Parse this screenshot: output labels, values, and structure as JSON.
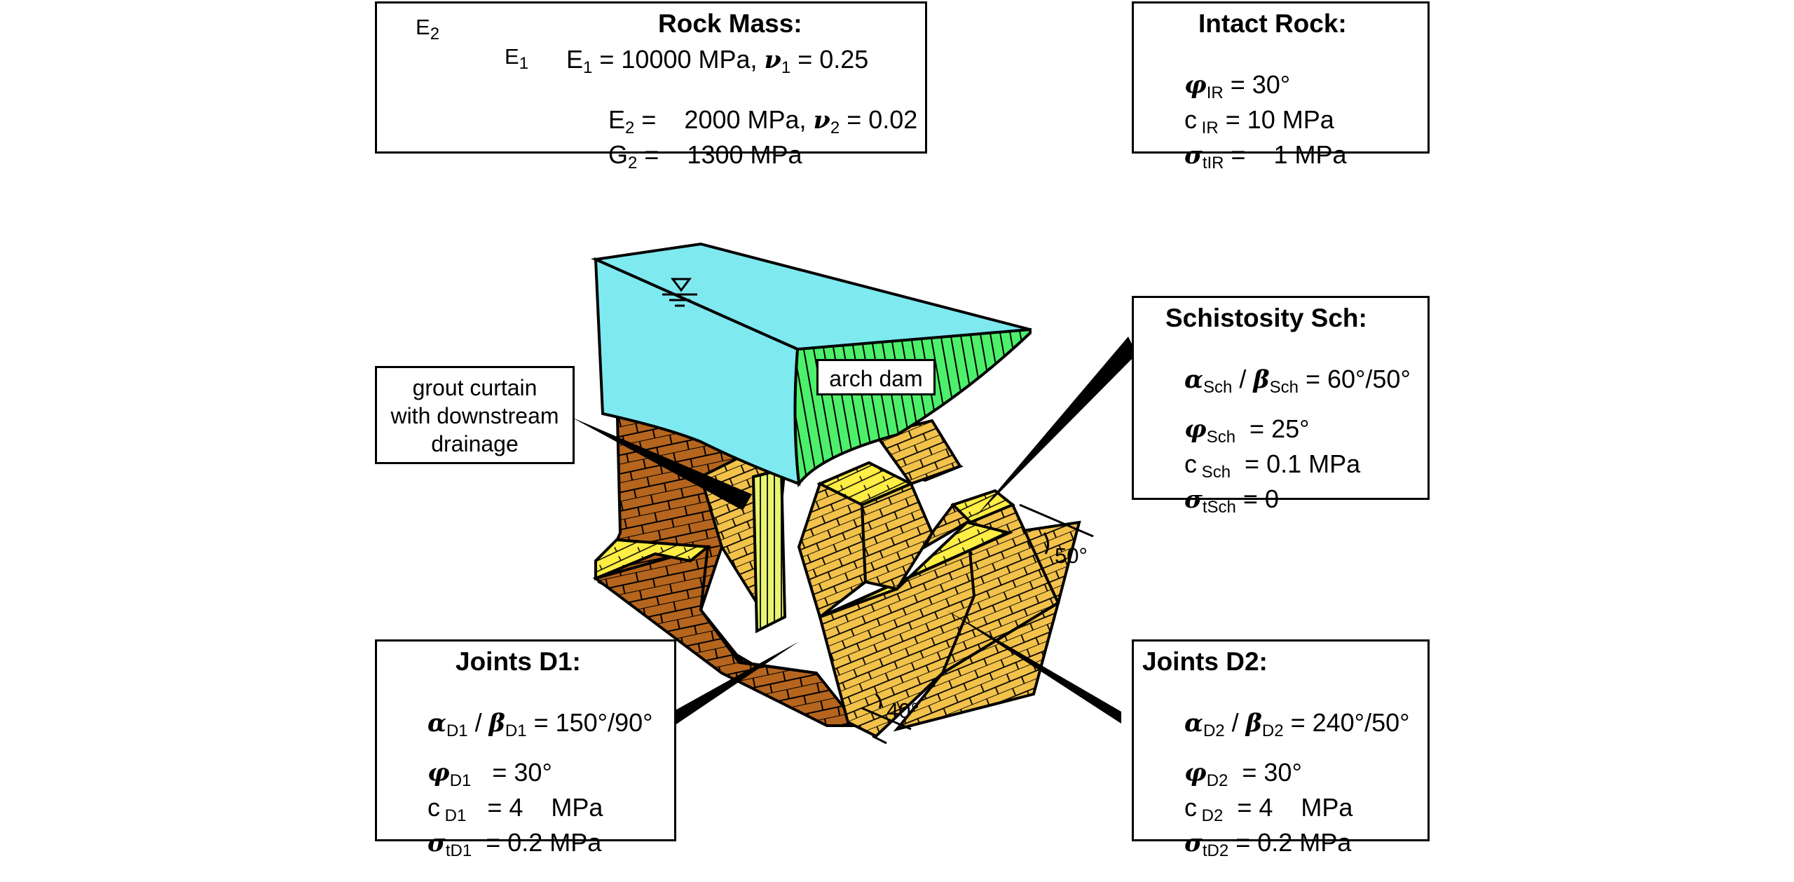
{
  "rock_mass": {
    "title": "Rock Mass:",
    "e2_label": "E2",
    "e1_label": "E1",
    "line1_a": "E",
    "line1_a_sub": "1",
    "line1_b": " = 10000 MPa, ",
    "line1_nu": "ν",
    "line1_nu_sub": "1",
    "line1_c": " = 0.25",
    "line2_a": "E",
    "line2_a_sub": "2",
    "line2_b": " =    2000 MPa, ",
    "line2_nu": "ν",
    "line2_nu_sub": "2",
    "line2_c": " = 0.02",
    "line3_a": "G",
    "line3_a_sub": "2",
    "line3_b": " =    1300 MPa"
  },
  "intact_rock": {
    "title": "Intact Rock:",
    "phi": "φ",
    "phi_sub": "IR",
    "phi_val": " = 30°",
    "c": "c",
    "c_sub": " IR",
    "c_val": " = 10 MPa",
    "sig": "σ",
    "sig_sub": "tIR",
    "sig_val": " =    1 MPa"
  },
  "schistosity": {
    "title": "Schistosity Sch:",
    "alpha": "α",
    "alpha_sub": "Sch",
    "slash": " / ",
    "beta": "β",
    "beta_sub": "Sch",
    "orient_val": " = 60°/50°",
    "phi": "φ",
    "phi_sub": "Sch",
    "phi_val": "  = 25°",
    "c": "c",
    "c_sub": " Sch",
    "c_val": "  = 0.1 MPa",
    "sig": "σ",
    "sig_sub": "tSch",
    "sig_val": " = 0"
  },
  "joints_d1": {
    "title": "Joints D1:",
    "alpha": "α",
    "alpha_sub": "D1",
    "slash": " / ",
    "beta": "β",
    "beta_sub": "D1",
    "orient_val": " = 150°/90°",
    "phi": "φ",
    "phi_sub": "D1",
    "phi_val": "   = 30°",
    "c": "c",
    "c_sub": " D1",
    "c_val": "   = 4    MPa",
    "sig": "σ",
    "sig_sub": "tD1",
    "sig_val": "  = 0.2 MPa"
  },
  "joints_d2": {
    "title": "Joints D2:",
    "alpha": "α",
    "alpha_sub": "D2",
    "slash": " / ",
    "beta": "β",
    "beta_sub": "D2",
    "orient_val": " = 240°/50°",
    "phi": "φ",
    "phi_sub": "D2",
    "phi_val": "  = 30°",
    "c": "c",
    "c_sub": " D2",
    "c_val": "  = 4    MPa",
    "sig": "σ",
    "sig_sub": "tD2",
    "sig_val": " = 0.2 MPa"
  },
  "grout_label": {
    "line1": "grout curtain",
    "line2": "with downstream",
    "line3": "drainage"
  },
  "dam_label": "arch dam",
  "angle_50": "50°",
  "angle_40": "40°",
  "colors": {
    "water": "#7fe9f0",
    "dam": "#4cf06a",
    "rock_dark": "#b5651d",
    "rock_light": "#f2c24a",
    "rock_top": "#ffee44",
    "grout": "#e8f470"
  }
}
